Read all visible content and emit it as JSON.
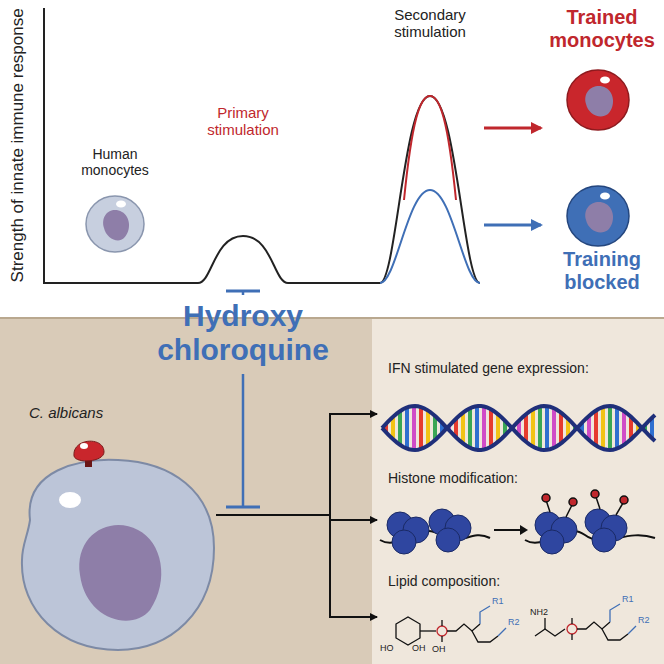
{
  "diagram": {
    "nodes": [
      {
        "text": [
          "Human monocytes"
        ]
      },
      {
        "text": [
          "Primary stimulation"
        ]
      },
      {
        "text": [
          "Secondary stimulation"
        ]
      },
      {
        "text": [
          "Trained monocytes"
        ]
      },
      {
        "text": [
          "Training blocked"
        ]
      },
      {
        "text": [
          "Hydroxy chloroquine"
        ]
      },
      {
        "text": [
          "C. albicans"
        ]
      },
      {
        "text": [
          "IFN stimulated gene expression:"
        ]
      },
      {
        "text": [
          "Histone modification:"
        ]
      },
      {
        "text": [
          "Lipid composition:"
        ]
      }
    ],
    "edges": [
      {
        "from": 2,
        "to": 3,
        "arrow": "to"
      },
      {
        "from": 2,
        "to": 4,
        "arrow": "to"
      },
      {
        "from": 5,
        "to": 1,
        "arrow": "none"
      },
      {
        "from": 6,
        "to": 7,
        "arrow": "to"
      },
      {
        "from": 6,
        "to": 8,
        "arrow": "to"
      },
      {
        "from": 6,
        "to": 9,
        "arrow": "to"
      }
    ],
    "labels": [
      "Strength of innate immune response",
      "HO",
      "OH",
      "R1",
      "R2",
      "NH2",
      "OH",
      "R1",
      "R2"
    ]
  }
}
